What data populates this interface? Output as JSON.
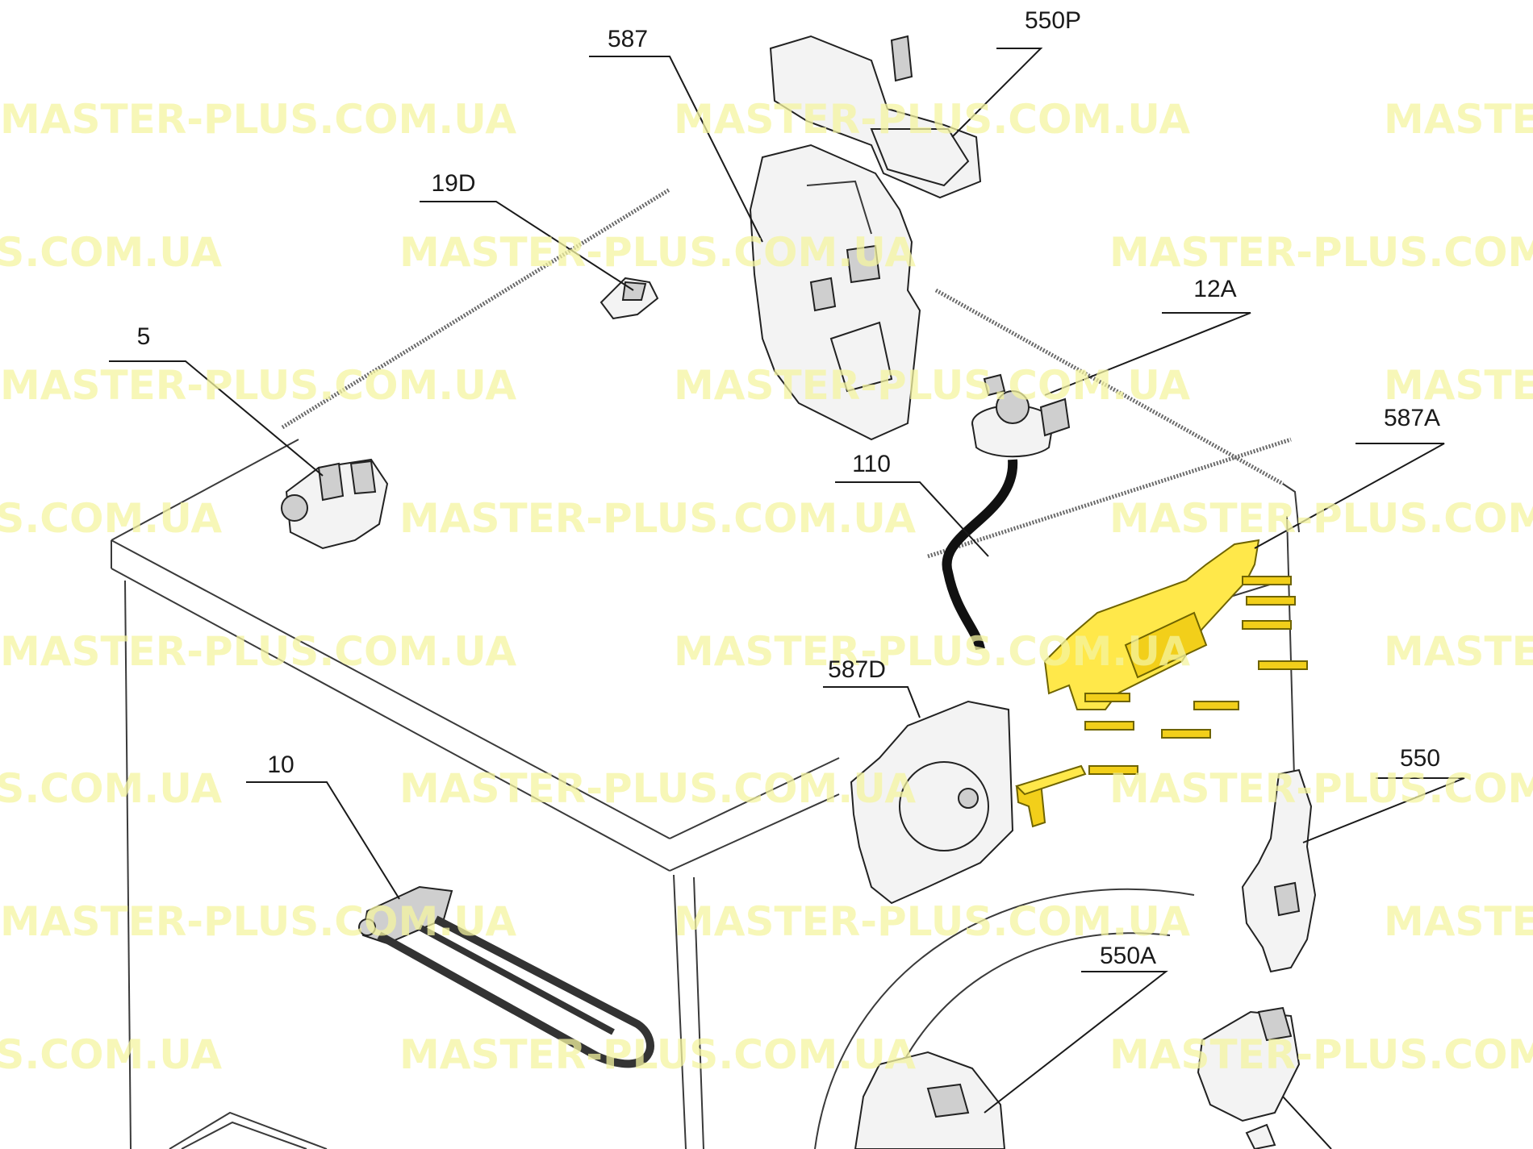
{
  "diagram": {
    "labels": [
      {
        "id": "587",
        "text": "587"
      },
      {
        "id": "550P",
        "text": "550P"
      },
      {
        "id": "19D",
        "text": "19D"
      },
      {
        "id": "12A",
        "text": "12A"
      },
      {
        "id": "5",
        "text": "5"
      },
      {
        "id": "587A",
        "text": "587A"
      },
      {
        "id": "110",
        "text": "110"
      },
      {
        "id": "587D",
        "text": "587D"
      },
      {
        "id": "10",
        "text": "10"
      },
      {
        "id": "550",
        "text": "550"
      },
      {
        "id": "550A",
        "text": "550A"
      }
    ],
    "watermark": "MASTER-PLUS.COM.UA",
    "highlight_color": "#ffe84a"
  }
}
